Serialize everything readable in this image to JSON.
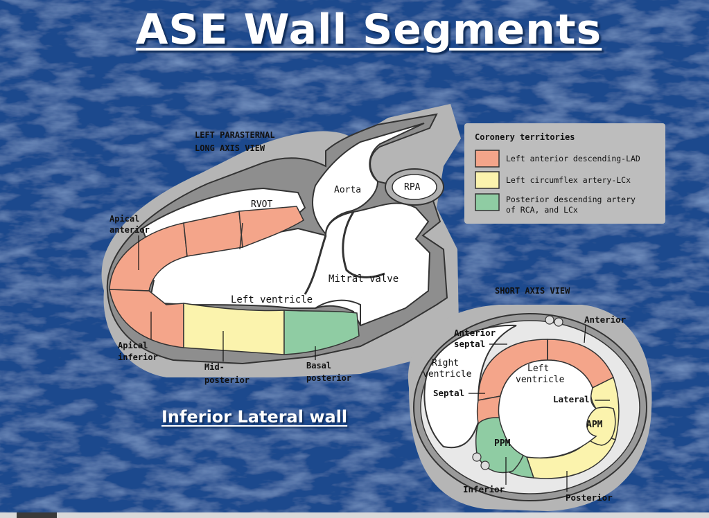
{
  "slide": {
    "title": "ASE Wall Segments",
    "subtitle": "Inferior Lateral wall"
  },
  "long_axis": {
    "heading_line1": "LEFT PARASTERNAL",
    "heading_line2": "LONG AXIS VIEW",
    "labels": {
      "rvot": "RVOT",
      "aorta": "Aorta",
      "rpa": "RPA",
      "mitral_valve": "Mitral valve",
      "left_ventricle": "Left ventricle",
      "apical_anterior_1": "Apical",
      "apical_anterior_2": "anterior",
      "apical_inferior_1": "Apical",
      "apical_inferior_2": "inferior",
      "mid_posterior_1": "Mid-",
      "mid_posterior_2": "posterior",
      "basal_posterior_1": "Basal",
      "basal_posterior_2": "posterior"
    }
  },
  "legend": {
    "title": "Coronery territories",
    "items": [
      {
        "label": "Left anterior descending-LAD",
        "color": "#f4a58a"
      },
      {
        "label": "Left circumflex artery-LCx",
        "color": "#fbf3ad"
      },
      {
        "label_1": "Posterior descending artery",
        "label_2": "of RCA, and LCx",
        "color": "#8fcca3"
      }
    ]
  },
  "short_axis": {
    "heading": "SHORT AXIS VIEW",
    "labels": {
      "anterior": "Anterior",
      "anterior_septal_1": "Anterior",
      "anterior_septal_2": "septal",
      "right_ventricle_1": "Right",
      "right_ventricle_2": "ventricle",
      "left_ventricle_1": "Left",
      "left_ventricle_2": "ventricle",
      "septal": "Septal",
      "lateral": "Lateral",
      "apm": "APM",
      "ppm": "PPM",
      "inferior": "Inferior",
      "posterior": "Posterior"
    }
  },
  "colors": {
    "lad": "#f4a58a",
    "lcx": "#fbf3ad",
    "rca": "#8fcca3",
    "background": "#1f4f93",
    "panel_shadow": "#b3b3b3"
  }
}
